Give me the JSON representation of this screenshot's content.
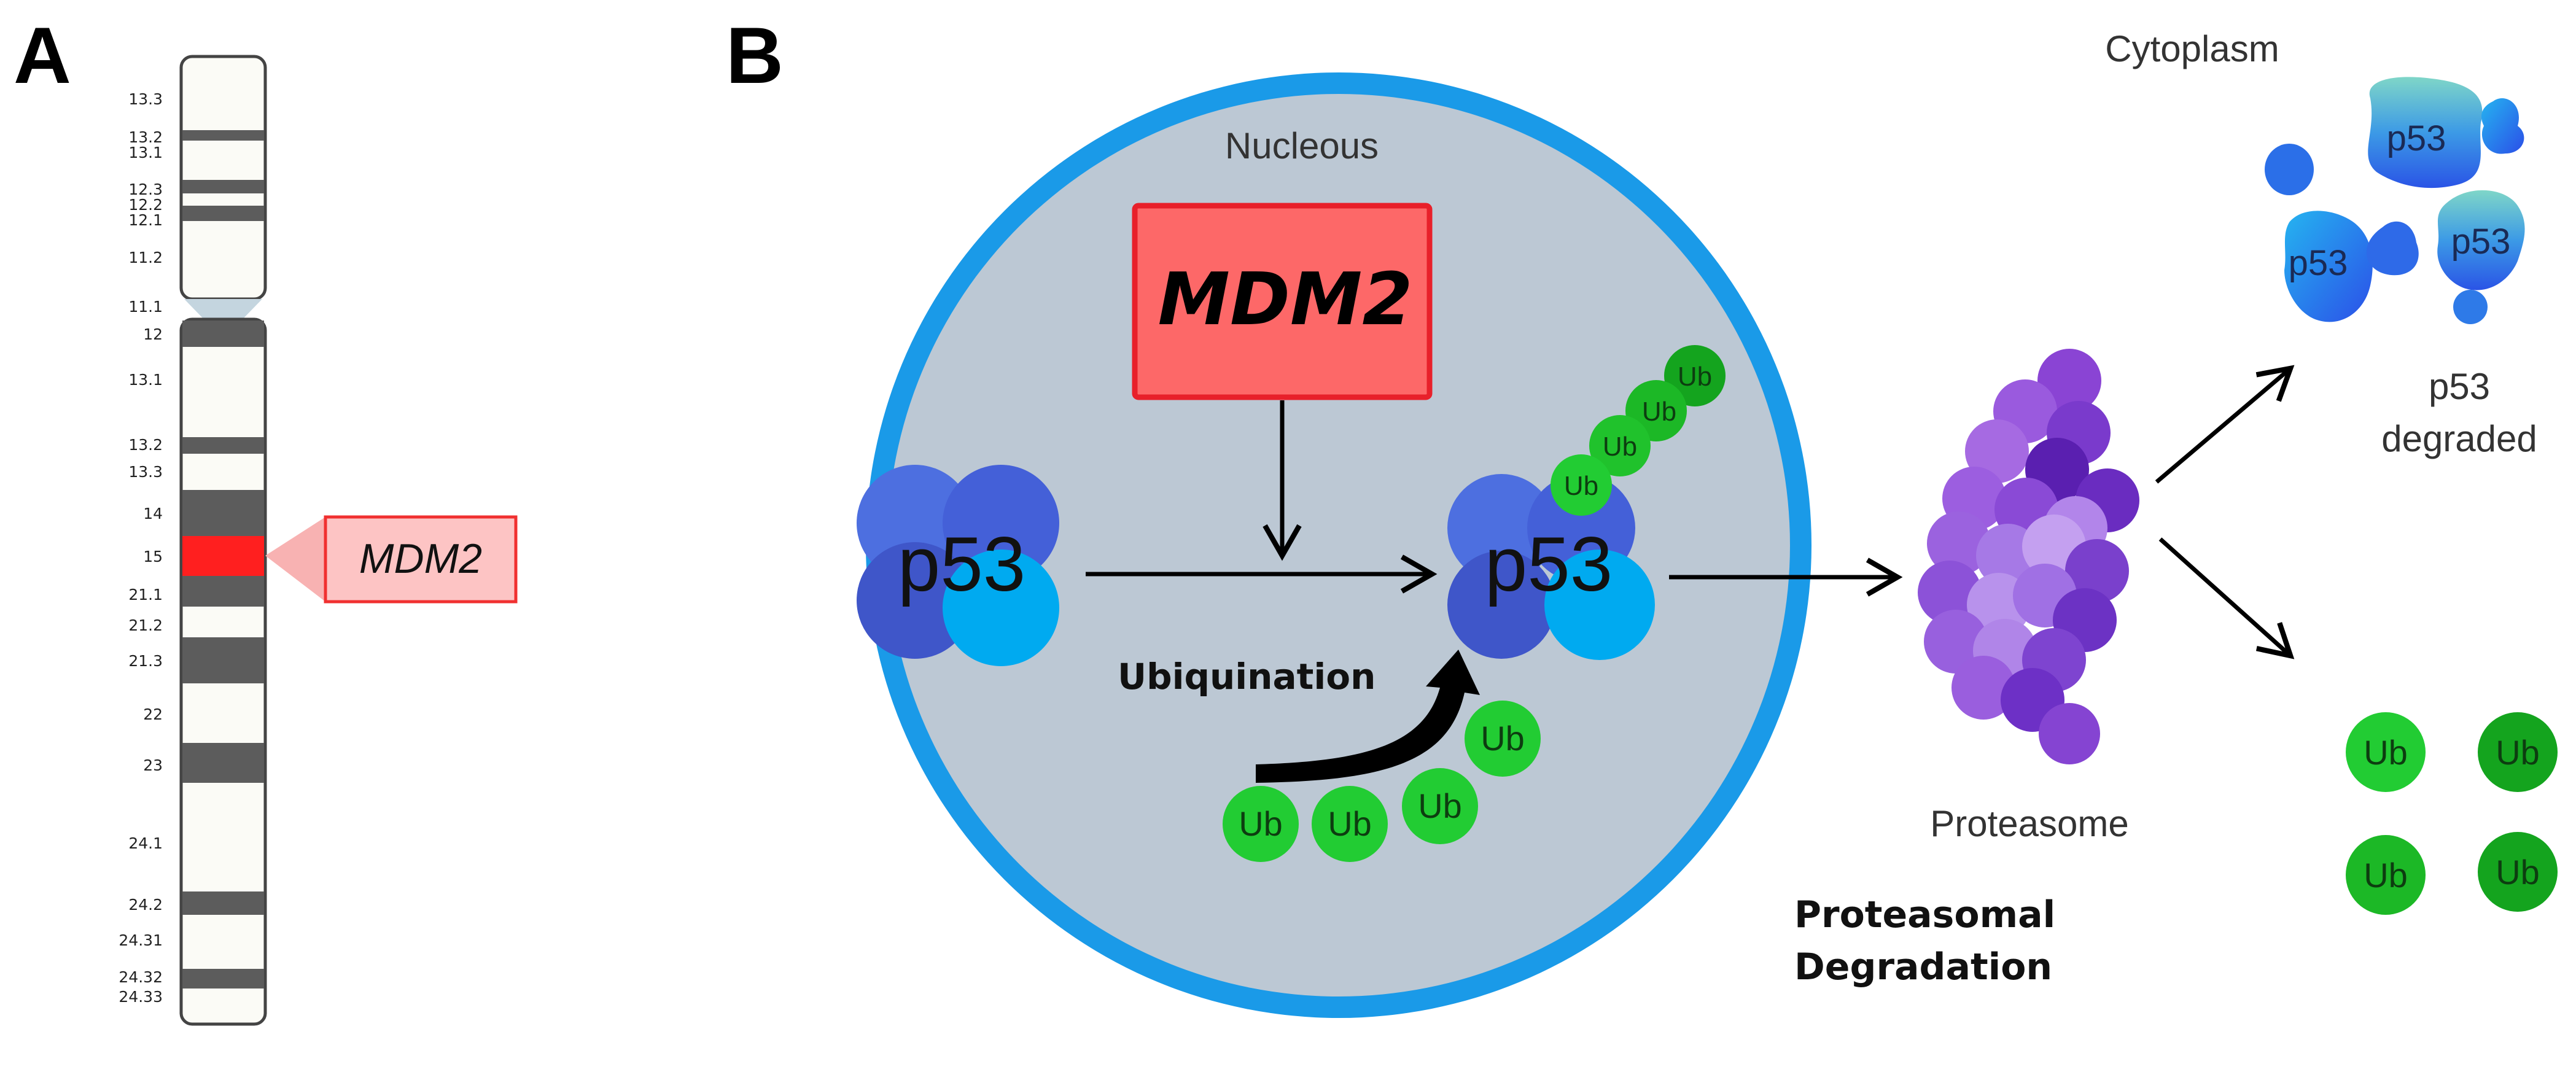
{
  "panel_a": {
    "label": "A",
    "chromosome_bands": [
      "13.3",
      "13.2",
      "13.1",
      "12.3",
      "12.2",
      "12.1",
      "11.2",
      "11.1",
      "12",
      "13.1",
      "13.2",
      "13.3",
      "14",
      "15",
      "21.1",
      "21.2",
      "21.3",
      "22",
      "23",
      "24.1",
      "24.2",
      "24.31",
      "24.32",
      "24.33"
    ],
    "gene_callout": "MDM2"
  },
  "panel_b": {
    "label": "B",
    "nucleus_label": "Nucleous",
    "mdm2_box": "MDM2",
    "p53_left": "p53",
    "p53_right": "p53",
    "ubiquination_label": "Ubiquination",
    "ub_label": "Ub",
    "cytoplasm_label": "Cytoplasm",
    "p53_fragment_label": "p53",
    "p53_degraded_line1": "p53",
    "p53_degraded_line2": "degraded",
    "proteasome_label": "Proteasome",
    "proteasomal_line1": "Proteasomal",
    "proteasomal_line2": "Degradation"
  },
  "colors": {
    "nucleus_border": "#1a9ae8",
    "nucleus_fill": "#bcc8d4",
    "mdm2_box_fill": "#fd6868",
    "mdm2_box_border": "#e8202a",
    "p53_blue": "#4d6fe0",
    "p53_light": "#00aaf0",
    "ub_green": "#22cc33",
    "ub_dark": "#14a41e",
    "proteasome_purple": "#8a44d4",
    "chromosome_highlight": "#ff1f1f"
  }
}
